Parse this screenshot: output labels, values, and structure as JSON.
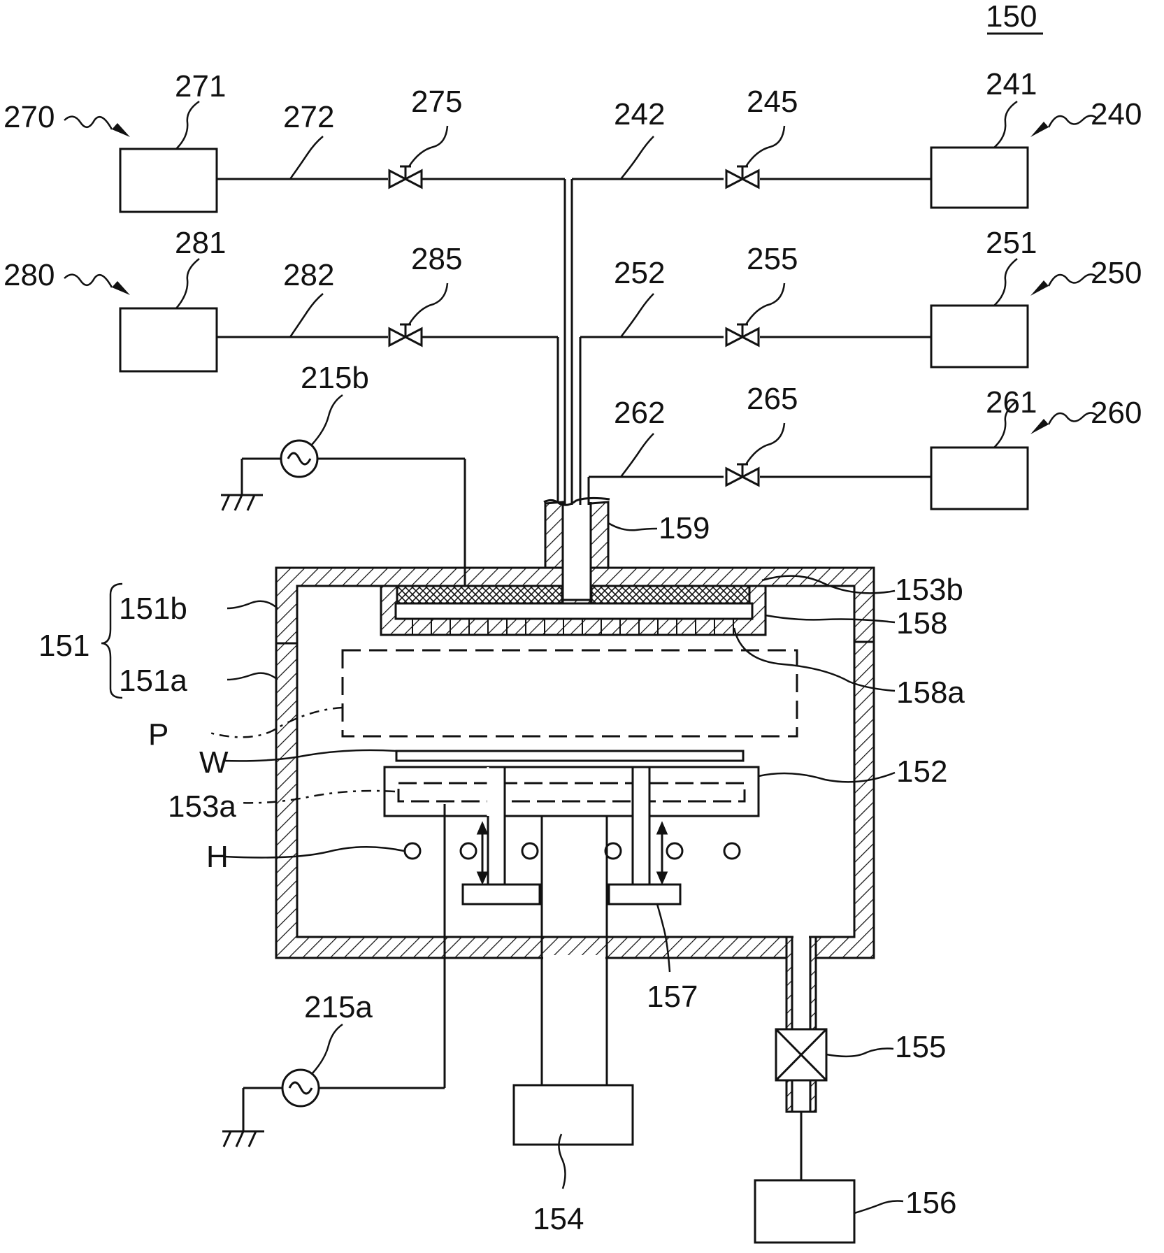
{
  "figure_number": "150",
  "labels": {
    "gas_system_240": "240",
    "source_241": "241",
    "line_242": "242",
    "valve_245": "245",
    "gas_system_250": "250",
    "source_251": "251",
    "line_252": "252",
    "valve_255": "255",
    "gas_system_260": "260",
    "source_261": "261",
    "line_262": "262",
    "valve_265": "265",
    "gas_system_270": "270",
    "source_271": "271",
    "line_272": "272",
    "valve_275": "275",
    "gas_system_280": "280",
    "source_281": "281",
    "line_282": "282",
    "valve_285": "285",
    "rf_215a": "215a",
    "rf_215b": "215b",
    "chamber_151": "151",
    "chamber_151a": "151a",
    "chamber_151b": "151b",
    "support_152": "152",
    "electrode_153a": "153a",
    "electrode_153b": "153b",
    "drive_154": "154",
    "valve_155": "155",
    "pump_156": "156",
    "lift_plate_157": "157",
    "showerhead_158": "158",
    "holes_158a": "158a",
    "inlet_159": "159",
    "plasma_P": "P",
    "wafer_W": "W",
    "heater_H": "H"
  },
  "colors": {
    "line": "#111111",
    "background": "#ffffff"
  },
  "icons": [
    "valve-icon",
    "ac-source-icon",
    "ground-icon",
    "arrow-icon",
    "gate-valve-icon"
  ]
}
